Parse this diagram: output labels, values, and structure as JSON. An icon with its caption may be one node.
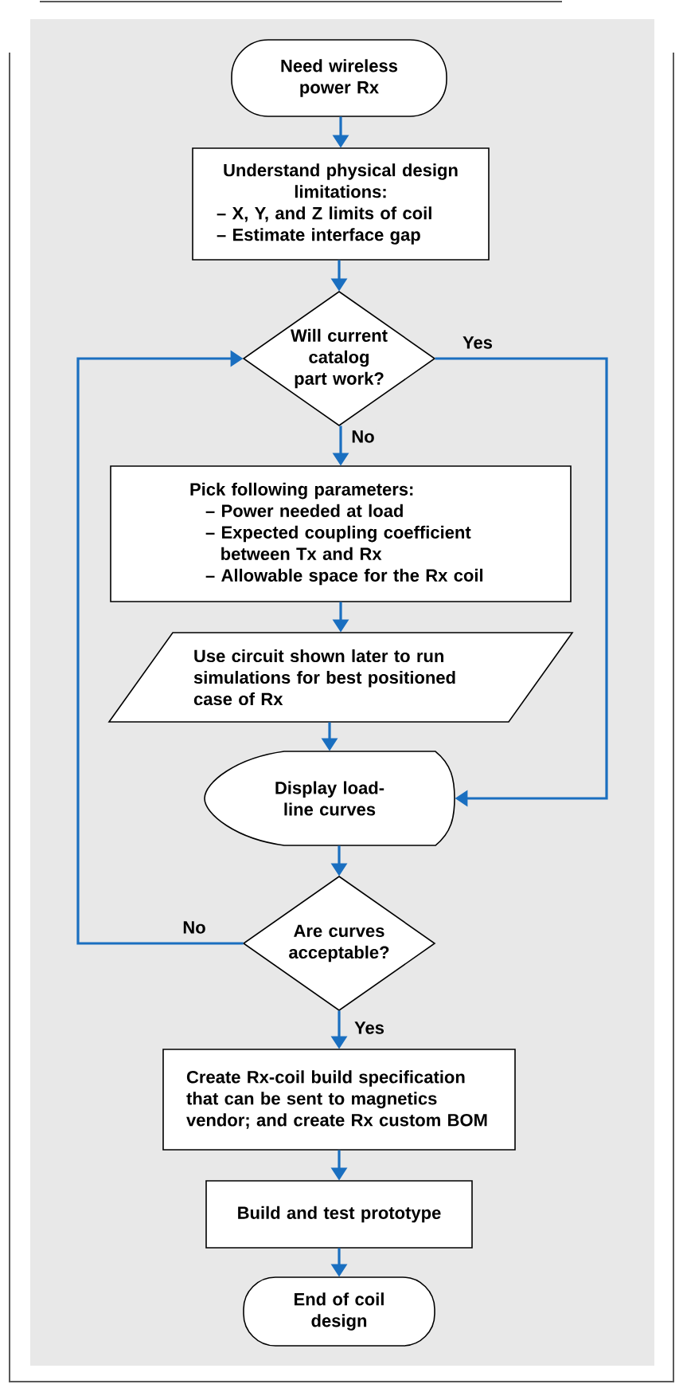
{
  "diagram": {
    "nodes": [
      {
        "text": [
          "Need wireless power Rx"
        ]
      },
      {
        "text": [
          "Understand physical design limitations:",
          "– X, Y, and Z limits of coil",
          "– Estimate interface gap"
        ]
      },
      {
        "text": [
          "Will current catalog part work?"
        ]
      },
      {
        "text": [
          "Pick following parameters:",
          "– Power needed at load",
          "– Expected coupling coefficient between Tx and Rx",
          "– Allowable space for the Rx coil"
        ]
      },
      {
        "text": [
          "Use circuit shown later to run simulations for best positioned case of Rx"
        ]
      },
      {
        "text": [
          "Display load-line curves"
        ]
      },
      {
        "text": [
          "Are curves acceptable?"
        ]
      },
      {
        "text": [
          "Create Rx-coil build specification that can be sent to magnetics vendor; and create Rx custom BOM"
        ]
      },
      {
        "text": [
          "Build and test prototype"
        ]
      },
      {
        "text": [
          "End of coil design"
        ]
      }
    ],
    "edges": [
      {
        "from": 0,
        "to": 1,
        "arrow": "to"
      },
      {
        "from": 1,
        "to": 2,
        "arrow": "to"
      },
      {
        "from": 2,
        "to": 3,
        "arrow": "to",
        "label": "No"
      },
      {
        "from": 2,
        "to": 5,
        "arrow": "to",
        "label": "Yes"
      },
      {
        "from": 3,
        "to": 4,
        "arrow": "to"
      },
      {
        "from": 4,
        "to": 5,
        "arrow": "to"
      },
      {
        "from": 5,
        "to": 6,
        "arrow": "to"
      },
      {
        "from": 6,
        "to": 2,
        "arrow": "to",
        "label": "No"
      },
      {
        "from": 6,
        "to": 7,
        "arrow": "to",
        "label": "Yes"
      },
      {
        "from": 7,
        "to": 8,
        "arrow": "to"
      },
      {
        "from": 8,
        "to": 9,
        "arrow": "to"
      }
    ]
  }
}
